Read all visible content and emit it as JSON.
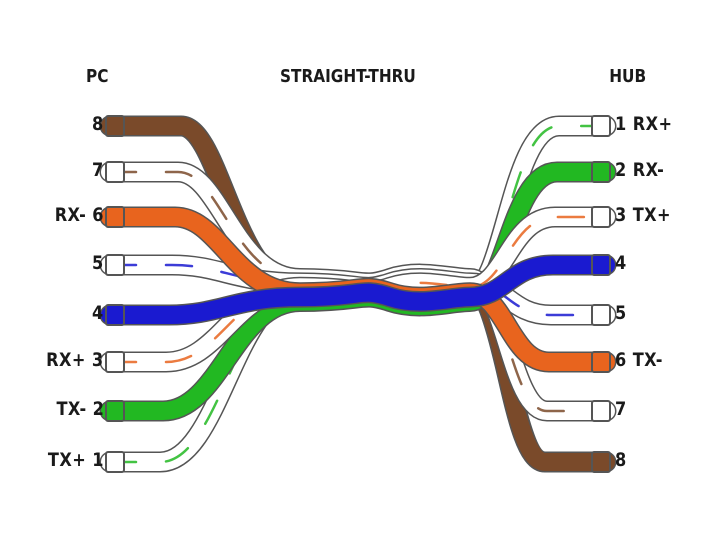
{
  "headers": {
    "left": "PC",
    "center": "STRAIGHT-THRU",
    "right": "HUB"
  },
  "left_pins": [
    "8",
    "7",
    "RX- 6",
    "5",
    "4",
    "RX+ 3",
    "TX- 2",
    "TX+ 1"
  ],
  "right_pins": [
    "1 RX+",
    "2 RX-",
    "3 TX+",
    "4",
    "5",
    "6 TX-",
    "7",
    "8"
  ],
  "colors": {
    "brown": "#7a4a2a",
    "orange": "#e8641e",
    "blue": "#1a1ad0",
    "green": "#22b822",
    "white": "#ffffff",
    "outline": "#555555"
  },
  "wires": [
    {
      "name": "brown",
      "color": "brown",
      "stripe": false
    },
    {
      "name": "white-brown",
      "color": "white",
      "stripe": "brown"
    },
    {
      "name": "orange",
      "color": "orange",
      "stripe": false
    },
    {
      "name": "white-blue",
      "color": "white",
      "stripe": "blue"
    },
    {
      "name": "blue",
      "color": "blue",
      "stripe": false
    },
    {
      "name": "white-orange",
      "color": "white",
      "stripe": "orange"
    },
    {
      "name": "green",
      "color": "green",
      "stripe": false
    },
    {
      "name": "white-green",
      "color": "white",
      "stripe": "green"
    }
  ]
}
